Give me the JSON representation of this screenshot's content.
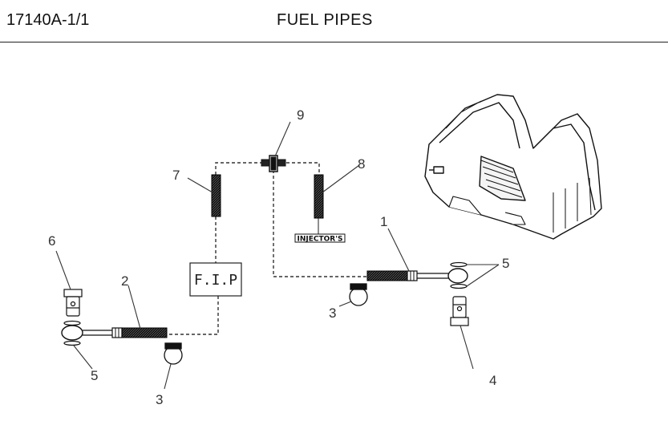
{
  "header": {
    "reference": "17140A-1/1",
    "title": "FUEL PIPES"
  },
  "diagram": {
    "fip_label": "F.I.P",
    "injectors_label": "INJECTOR'S",
    "callouts": {
      "c1": "1",
      "c2": "2",
      "c3a": "3",
      "c3b": "3",
      "c4": "4",
      "c5a": "5",
      "c5b": "5",
      "c6": "6",
      "c7": "7",
      "c8": "8",
      "c9": "9"
    }
  }
}
